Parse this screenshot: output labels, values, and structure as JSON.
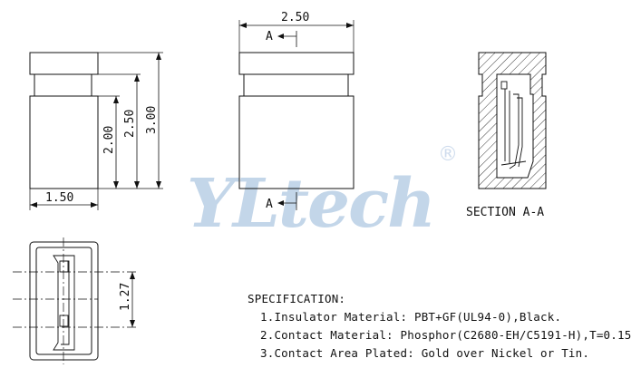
{
  "dimensions": {
    "top_width": "2.50",
    "base_width": "1.50",
    "height_total": "3.00",
    "height_mid": "2.50",
    "height_body": "2.00",
    "pitch": "1.27"
  },
  "section": {
    "marker": "A",
    "label": "SECTION  A-A"
  },
  "watermark": {
    "text": "YLtech",
    "registered_mark": "®",
    "color": "#b9cfe6"
  },
  "specification": {
    "title": "SPECIFICATION:",
    "items": [
      "1.Insulator Material: PBT+GF(UL94-0),Black.",
      "2.Contact Material: Phosphor(C2680-EH/C5191-H),T=0.15",
      "3.Contact Area Plated: Gold over Nickel or Tin."
    ]
  }
}
